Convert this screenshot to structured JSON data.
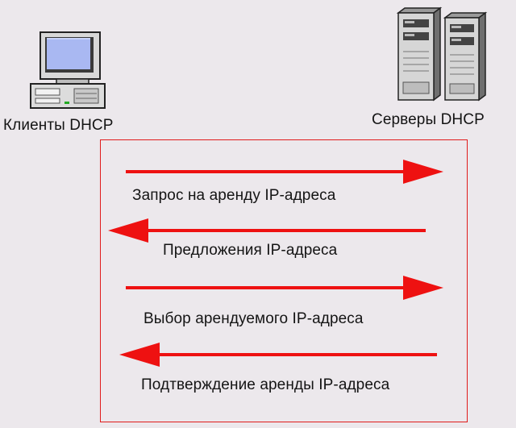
{
  "client": {
    "label": "Клиенты DHCP",
    "icon": "desktop-computer"
  },
  "server": {
    "label": "Серверы DHCP",
    "icon": "tower-servers"
  },
  "messages": [
    {
      "label": "Запрос на аренду IP-адреса",
      "direction": "to-server"
    },
    {
      "label": "Предложения IP-адреса",
      "direction": "to-client"
    },
    {
      "label": "Выбор арендуемого IP-адреса",
      "direction": "to-server"
    },
    {
      "label": "Подтверждение аренды IP-адреса",
      "direction": "to-client"
    }
  ],
  "colors": {
    "arrow": "#ee1111",
    "frame": "#e01b1b",
    "background": "#ece8ec"
  }
}
